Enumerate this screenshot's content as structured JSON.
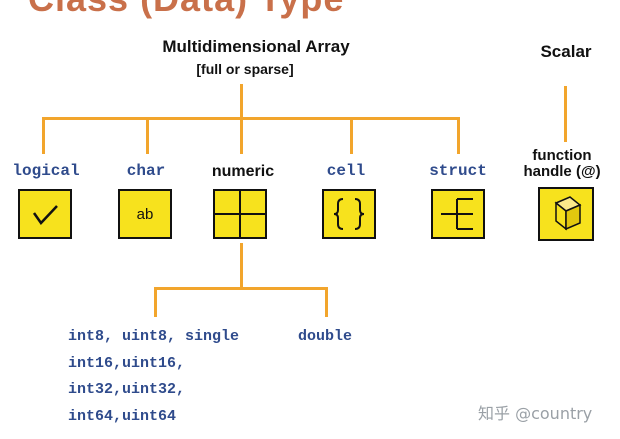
{
  "page_title": "Class (Data) Type",
  "array": {
    "title": "Multidimensional Array",
    "subtitle": "[full or sparse]"
  },
  "scalar": {
    "title": "Scalar"
  },
  "types": [
    {
      "label": "logical",
      "icon": "checkmark-icon"
    },
    {
      "label": "char",
      "icon": "ab-text-icon",
      "icon_text": "ab"
    },
    {
      "label": "numeric",
      "icon": "grid-icon"
    },
    {
      "label": "cell",
      "icon": "braces-icon"
    },
    {
      "label": "struct",
      "icon": "tree-icon"
    }
  ],
  "function_handle": {
    "label_line1": "function",
    "label_line2": "handle (@)",
    "icon": "cube-icon"
  },
  "numeric_subtypes": {
    "row1": "int8, uint8, single",
    "double": "double",
    "row2": "int16,uint16,",
    "row3": "int32,uint32,",
    "row4": "int64,uint64"
  },
  "watermark": "知乎 @country",
  "colors": {
    "box_fill": "#f7e21d",
    "connector": "#f2a52c",
    "type_text": "#2f4b8c",
    "title_accent": "#c9704a"
  }
}
